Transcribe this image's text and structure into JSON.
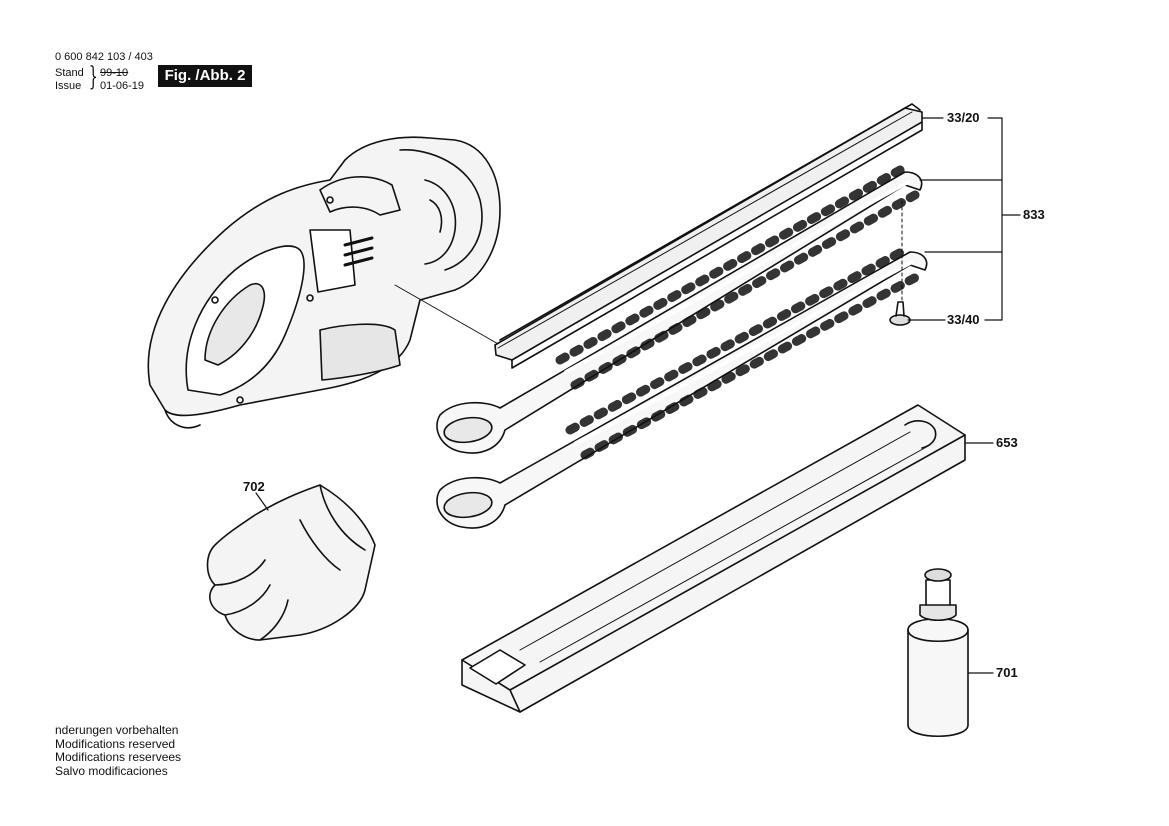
{
  "header": {
    "doc_number": "0 600 842 103 / 403",
    "stand_label": "Stand",
    "stand_value": "99-10",
    "issue_label": "Issue",
    "issue_value": "01-06-19",
    "figure_label": "Fig. /Abb. 2"
  },
  "parts": {
    "guide_rail": "33/20",
    "blade_set": "833",
    "screw": "33/40",
    "blade_guard": "653",
    "gloves": "702",
    "oil_bottle": "701"
  },
  "footer": {
    "lines": [
      "nderungen vorbehalten",
      "Modifications reserved",
      "Modifications reservees",
      "Salvo modificaciones"
    ]
  }
}
